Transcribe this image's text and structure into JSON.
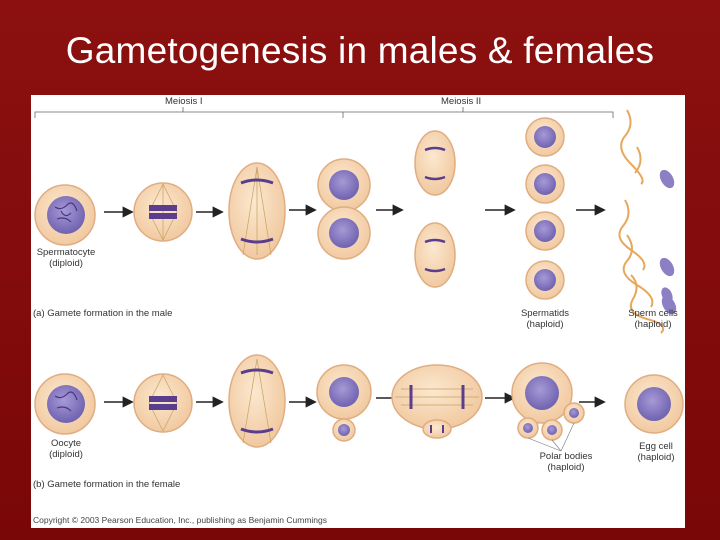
{
  "slide": {
    "title": "Gametogenesis in males & females"
  },
  "figure": {
    "phases": {
      "meiosis1": "Meiosis I",
      "meiosis2": "Meiosis II"
    },
    "male": {
      "caption": "(a) Gamete formation in the male",
      "start_label_1": "Spermatocyte",
      "start_label_2": "(diploid)",
      "mid_label_1": "Spermatids",
      "mid_label_2": "(haploid)",
      "end_label_1": "Sperm cells",
      "end_label_2": "(haploid)"
    },
    "female": {
      "caption": "(b) Gamete formation in the female",
      "start_label_1": "Oocyte",
      "start_label_2": "(diploid)",
      "polar_label_1": "Polar bodies",
      "polar_label_2": "(haploid)",
      "end_label_1": "Egg cell",
      "end_label_2": "(haploid)"
    },
    "copyright": "Copyright © 2003 Pearson Education, Inc., publishing as Benjamin Cummings",
    "colors": {
      "cytoplasm": "#f7d9b5",
      "membrane": "#e8b48c",
      "nucleus": "#8c7fc4",
      "chromosome": "#5a3d8c",
      "spindle": "#c8a060"
    }
  }
}
